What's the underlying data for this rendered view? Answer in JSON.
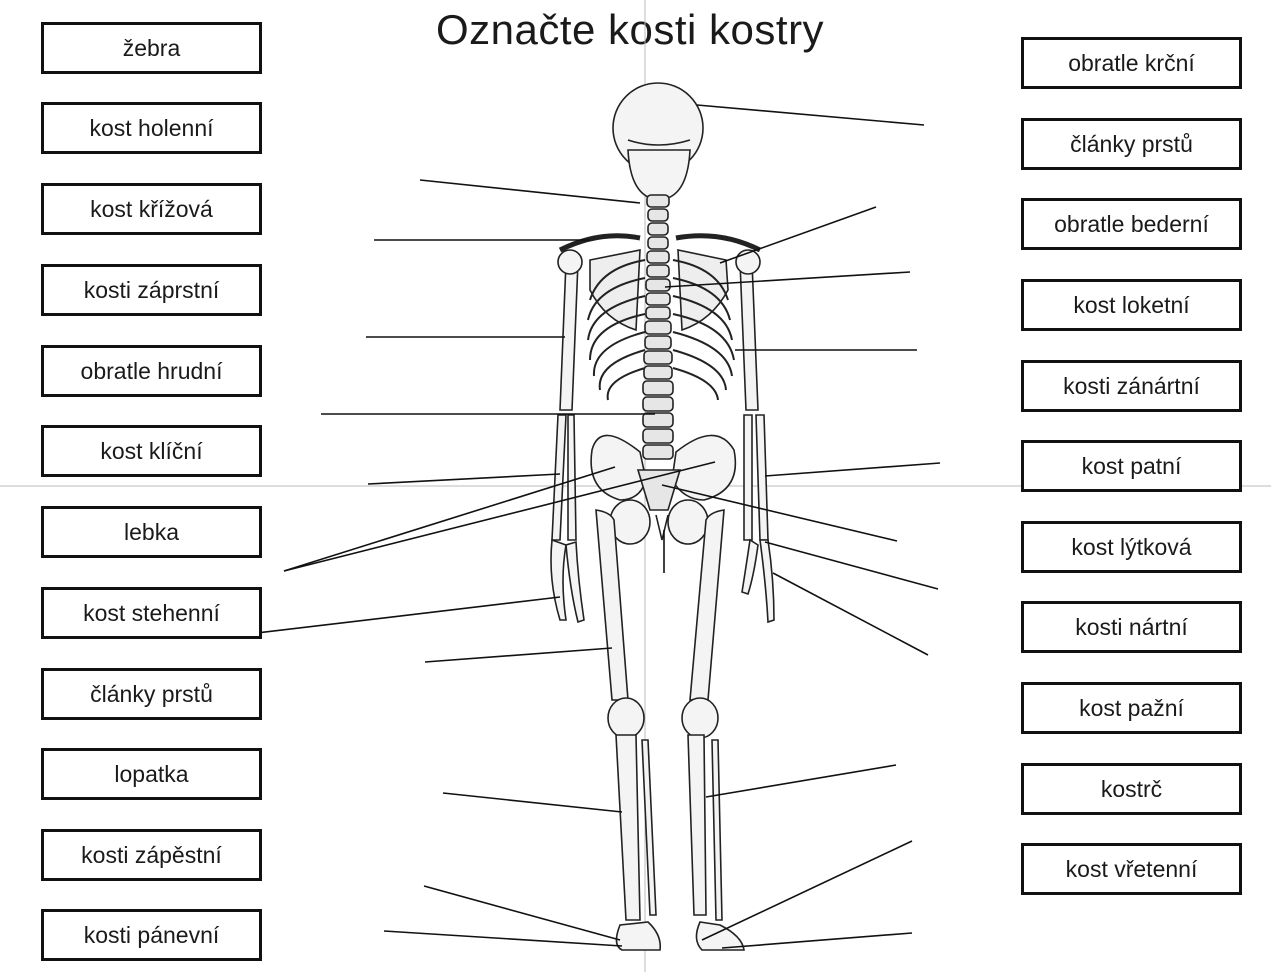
{
  "title": "Označte kosti kostry",
  "left_labels": [
    "žebra",
    "kost holenní",
    "kost křížová",
    "kosti záprstní",
    "obratle hrudní",
    "kost klíční",
    "lebka",
    "kost stehenní",
    "články prstů",
    "lopatka",
    "kosti zápěstní",
    "kosti pánevní"
  ],
  "right_labels": [
    "obratle krční",
    "články prstů",
    "obratle bederní",
    "kost loketní",
    "kosti zánártní",
    "kost patní",
    "kost lýtková",
    "kosti nártní",
    "kost pažní",
    "kostrč",
    "kost vřetenní"
  ]
}
